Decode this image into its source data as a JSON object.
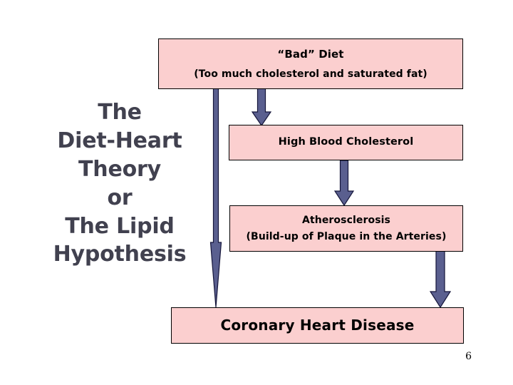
{
  "slide": {
    "page_number": "6",
    "background_color": "#ffffff"
  },
  "theory_title": {
    "name": "The Diet-Heart Theory or The Lipid Hypothesis",
    "color": "#41414f",
    "lines": [
      "The",
      "Diet-Heart",
      "Theory",
      "or",
      "The Lipid",
      "Hypothesis"
    ]
  },
  "diagram": {
    "box_fill_color": "#fbcfcf",
    "box_border_color": "#000000",
    "arrow_color": "#5a5f8f",
    "arrow_border_color": "#000000",
    "nodes": [
      {
        "id": "bad-diet",
        "line_1": "“Bad” Diet",
        "line_2": "(Too much cholesterol and saturated fat)"
      },
      {
        "id": "high-blood-cholesterol",
        "line_1": "High Blood Cholesterol",
        "line_2": ""
      },
      {
        "id": "atherosclerosis",
        "line_1": "Atherosclerosis",
        "line_2": "(Build-up of Plaque in the Arteries)"
      },
      {
        "id": "coronary-heart-disease",
        "line_1": "Coronary Heart Disease",
        "line_2": ""
      }
    ],
    "edges": [
      {
        "id": "arrow-diet-to-cholesterol",
        "from": "bad-diet",
        "to": "high-blood-cholesterol"
      },
      {
        "id": "arrow-cholesterol-to-atherosclerosis",
        "from": "high-blood-cholesterol",
        "to": "atherosclerosis"
      },
      {
        "id": "arrow-atherosclerosis-to-chd",
        "from": "atherosclerosis",
        "to": "coronary-heart-disease"
      },
      {
        "id": "arrow-diet-to-chd",
        "from": "bad-diet",
        "to": "coronary-heart-disease"
      }
    ]
  }
}
